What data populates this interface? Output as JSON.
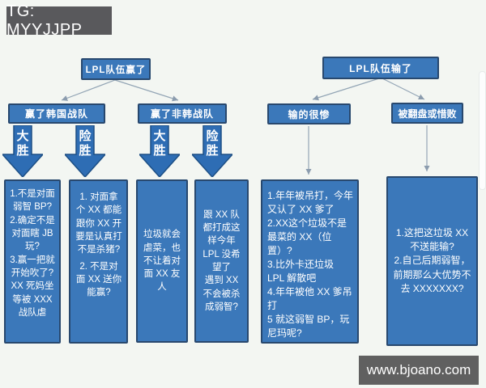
{
  "badges": {
    "tg": "TG: MYYJJPP",
    "site": "www.bjoano.com"
  },
  "colors": {
    "node_fill": "#3b78ba",
    "node_border": "#28486e",
    "arrow_fill": "#2e6db4",
    "arrow_border": "#1d4f85",
    "connector": "#8b9cae",
    "badge_bg": "#59595c",
    "background": "#f3f6f2",
    "text": "#ffffff"
  },
  "flowchart": {
    "roots": [
      {
        "label": "LPL队伍赢了"
      },
      {
        "label": "LPL队伍输了"
      }
    ],
    "level2": [
      {
        "label": "赢了韩国战队"
      },
      {
        "label": "赢了非韩战队"
      },
      {
        "label": "输的很惨"
      },
      {
        "label": "被翻盘或惜败"
      }
    ],
    "arrows": [
      {
        "label": "大胜"
      },
      {
        "label": "险胜"
      },
      {
        "label": "大胜"
      },
      {
        "label": "险胜"
      }
    ],
    "outcomes": [
      {
        "lines": [
          "1.不是对面弱智 BP?",
          "2.确定不是对面瞎 JB 玩?",
          "3.赢一把就开始吹了? XX 死妈坐等被 XXX战队虐"
        ]
      },
      {
        "lines": [
          "1. 对面拿个 XX 都能跟你 XX 开要是认真打不是杀猪?",
          "2. 不是对面 XX 送你能赢?"
        ]
      },
      {
        "lines": [
          "垃圾就会虐菜，也不让着对面 XX 友人"
        ]
      },
      {
        "lines": [
          "跟 XX 队都打成这样今年 LPL 没希望了",
          "遇到 XX 不会被杀成弱智?"
        ]
      },
      {
        "lines": [
          "1.年年被吊打，今年又认了 XX 爹了",
          "2.XX这个垃圾不是最菜的 XX（位置）?",
          "3.比外卡还垃圾 LPL 解散吧",
          "4.年年被他 XX 爹吊打",
          "5 就这弱智 BP，玩尼玛呢?"
        ]
      },
      {
        "lines": [
          "1.这把这垃圾 XX不送能输?",
          "2.自己后期弱智，前期那么大优势不去 XXXXXXX?"
        ]
      }
    ]
  }
}
